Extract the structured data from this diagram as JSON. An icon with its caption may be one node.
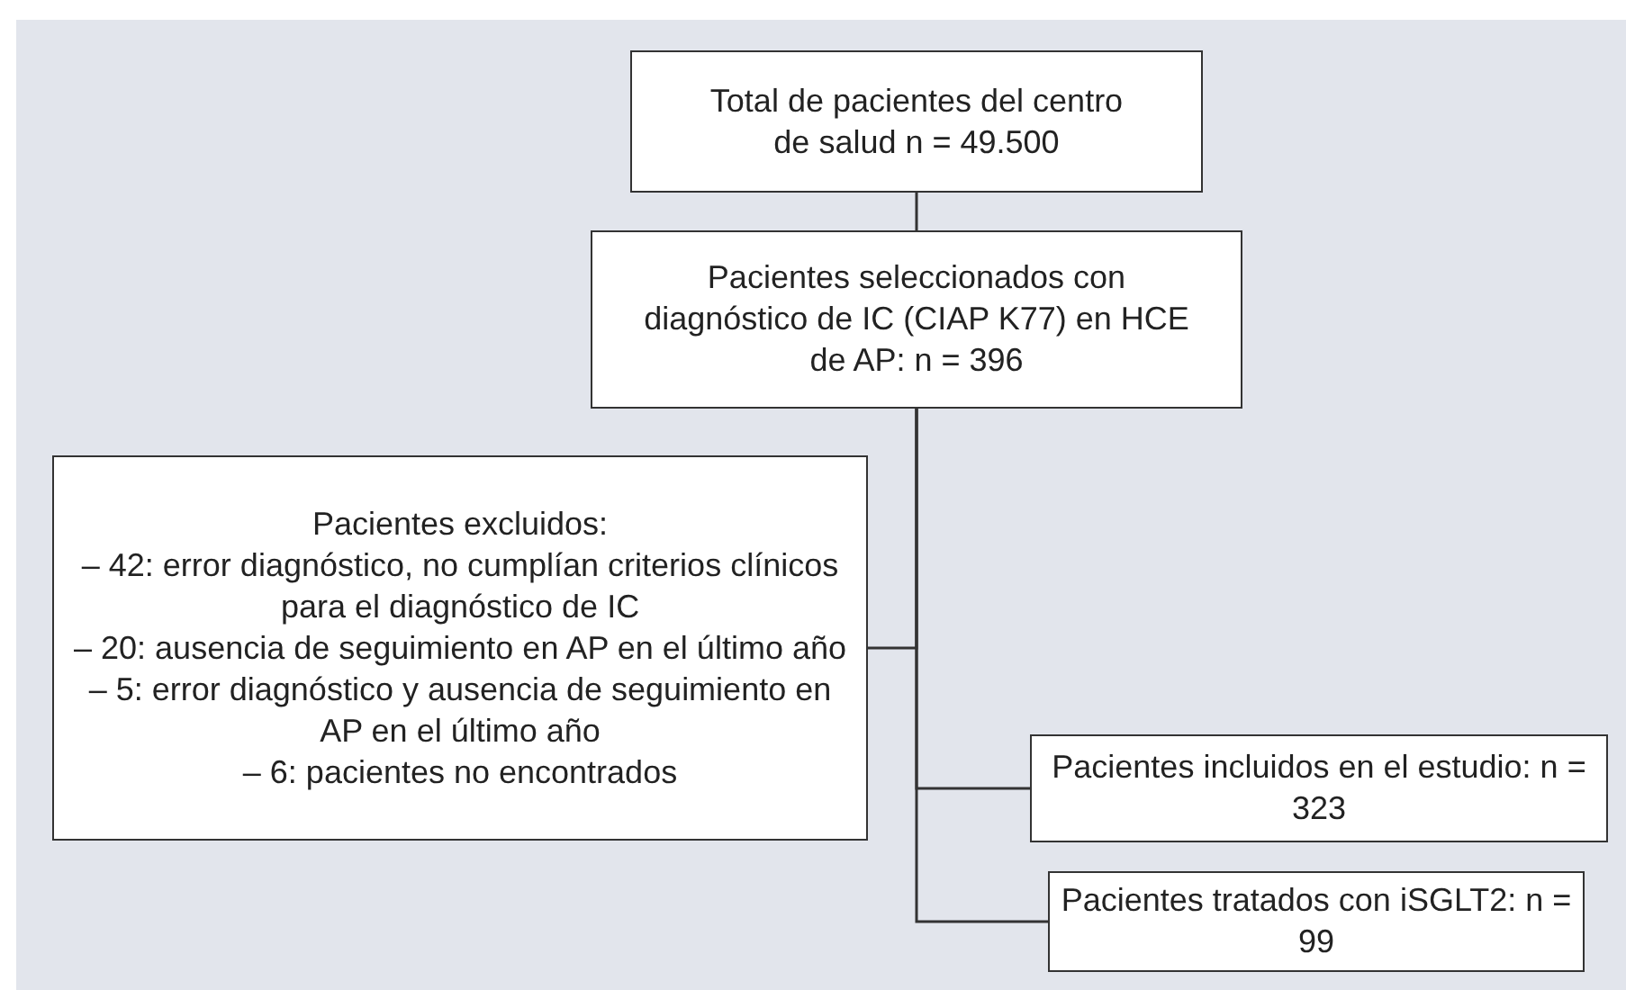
{
  "diagram": {
    "nodes": [
      {
        "text": [
          "Total de pacientes del centro de salud n = 49.500"
        ]
      },
      {
        "text": [
          "Pacientes seleccionados con diagnóstico de IC (CIAP K77) en HCE de AP: n = 396"
        ]
      },
      {
        "text": [
          "Pacientes excluidos:",
          "– 42: error diagnóstico, no cumplían criterios clínicos para el diagnóstico de IC",
          "– 20: ausencia de seguimiento en AP en el último año",
          "– 5: error diagnóstico y ausencia de seguimiento en AP en el último año",
          "– 6: pacientes no encontrados"
        ]
      },
      {
        "text": [
          "Pacientes incluidos en el estudio: n = 323"
        ]
      },
      {
        "text": [
          "Pacientes tratados con iSGLT2: n = 99"
        ]
      }
    ],
    "edges": [
      {
        "from": 0,
        "to": 1,
        "arrow": "none"
      },
      {
        "from": 1,
        "to": 2,
        "arrow": "none"
      },
      {
        "from": 1,
        "to": 3,
        "arrow": "none"
      },
      {
        "from": 1,
        "to": 4,
        "arrow": "none"
      }
    ]
  }
}
